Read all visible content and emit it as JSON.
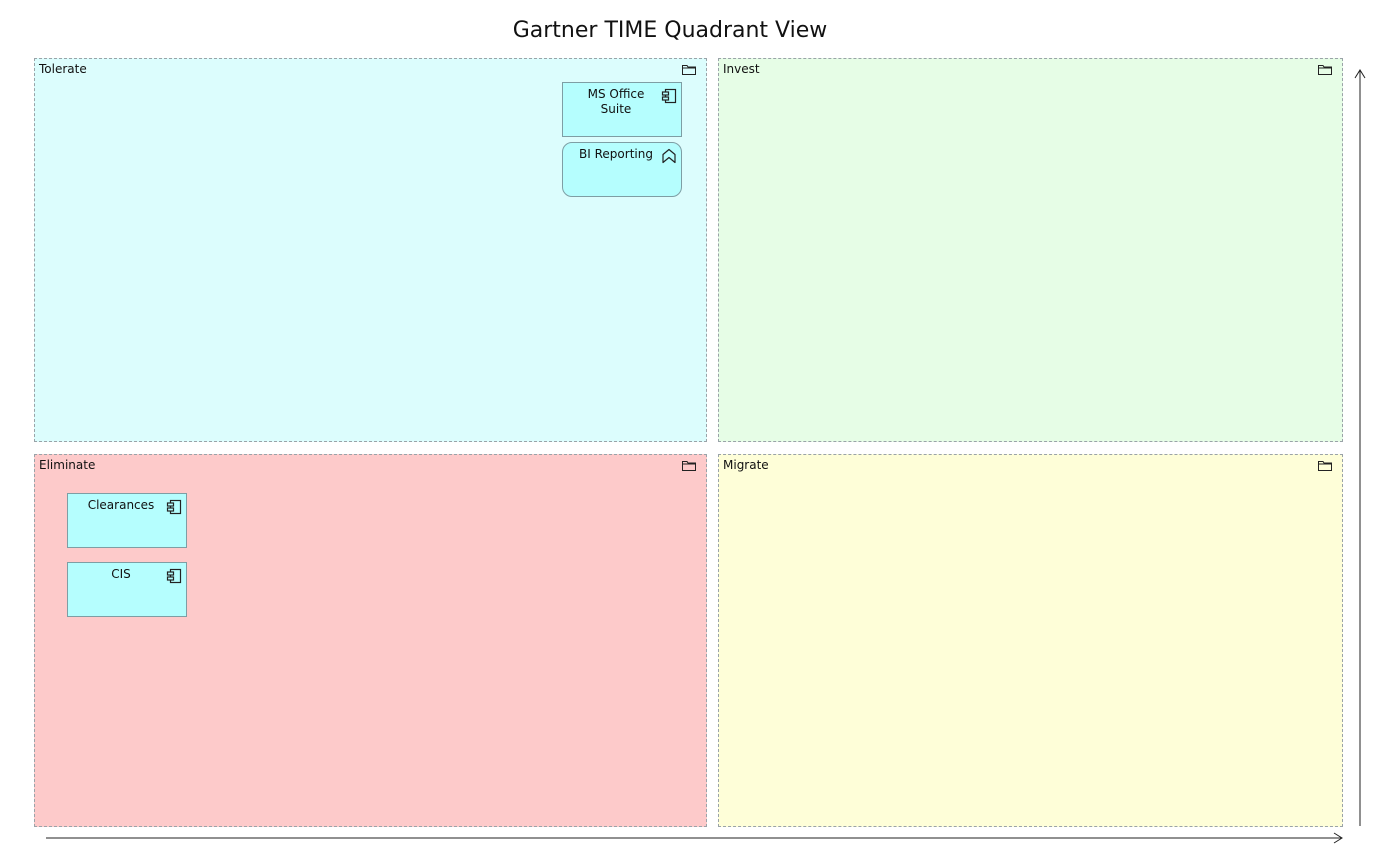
{
  "diagram": {
    "title": "Gartner TIME Quadrant View",
    "quadrants": [
      {
        "id": "tolerate",
        "label": "Tolerate",
        "fill": "#dcfdfd"
      },
      {
        "id": "invest",
        "label": "Invest",
        "fill": "#e6fde6"
      },
      {
        "id": "eliminate",
        "label": "Eliminate",
        "fill": "#fdcaca"
      },
      {
        "id": "migrate",
        "label": "Migrate",
        "fill": "#fefed8"
      }
    ],
    "nodes": [
      {
        "label": "MS Office Suite",
        "quadrant": "tolerate",
        "icon": "component-icon"
      },
      {
        "label": "BI Reporting",
        "quadrant": "tolerate",
        "icon": "application-function-icon"
      },
      {
        "label": "Clearances",
        "quadrant": "eliminate",
        "icon": "component-icon"
      },
      {
        "label": "CIS",
        "quadrant": "eliminate",
        "icon": "component-icon"
      }
    ],
    "colors": {
      "node_fill": "#b5fefe",
      "node_border": "#7e9ea4",
      "quadrant_border": "#9aa3a8"
    }
  }
}
